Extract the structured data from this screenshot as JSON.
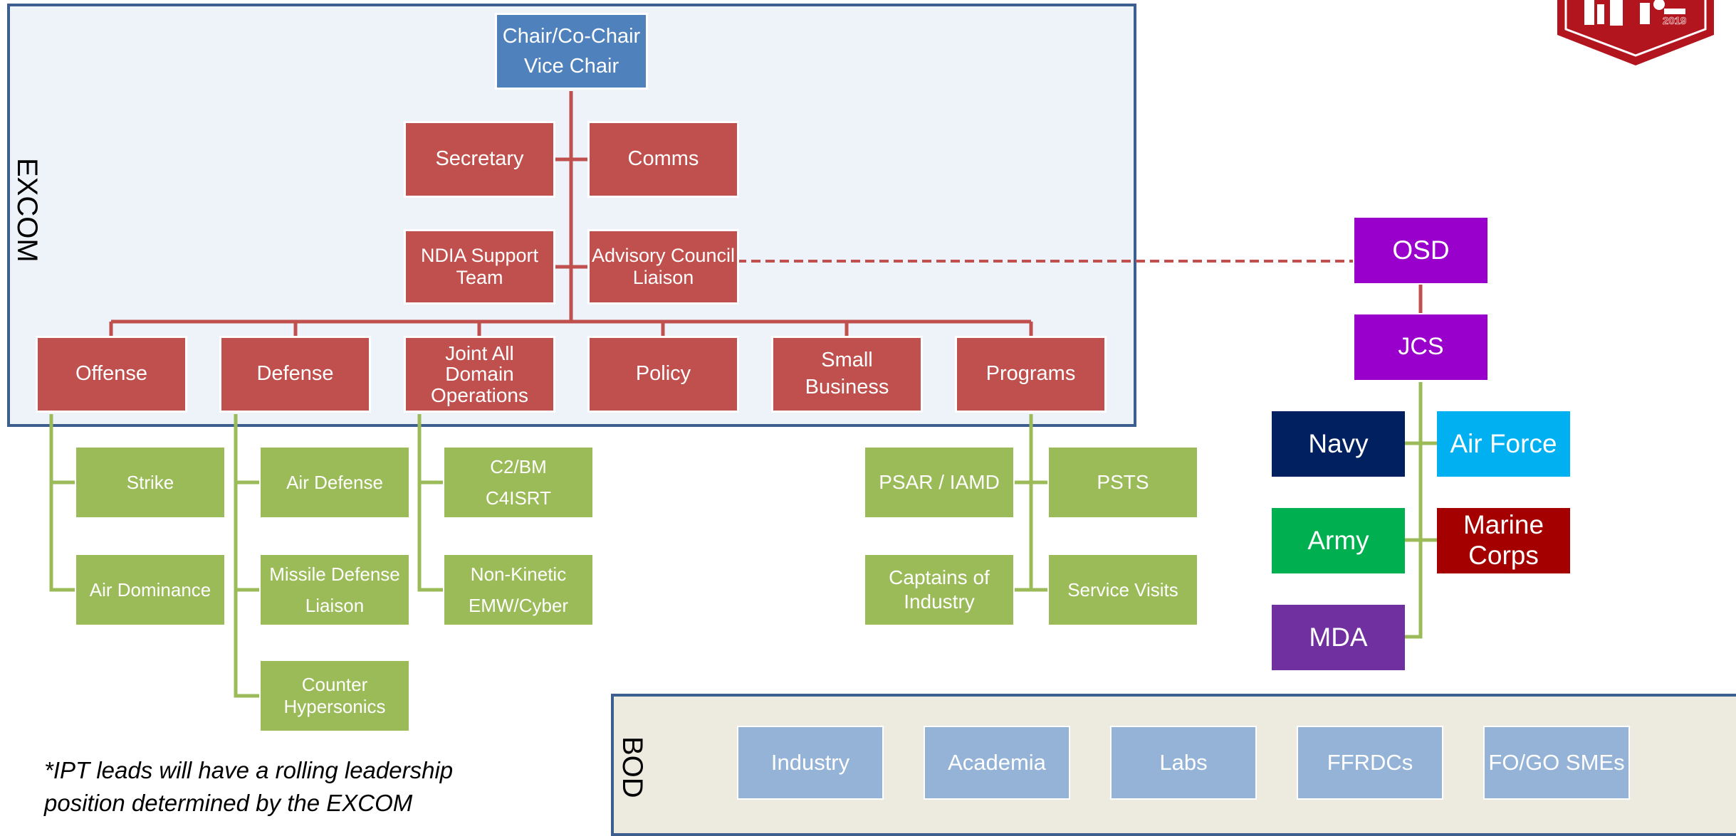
{
  "excom": {
    "label": "EXCOM",
    "chair": "Chair/Co-Chair\nVice Chair",
    "secretary": "Secretary",
    "comms": "Comms",
    "ndia_support": "NDIA Support\nTeam",
    "advisory": "Advisory Council\nLiaison",
    "ipts": {
      "offense": "Offense",
      "defense": "Defense",
      "jado": "Joint All\nDomain\nOperations",
      "policy": "Policy",
      "small_business": "Small\nBusiness",
      "programs": "Programs"
    }
  },
  "subgroups": {
    "strike": "Strike",
    "air_dominance": "Air Dominance",
    "air_defense": "Air Defense",
    "missile_defense": "Missile Defense\nLiaison",
    "counter_hypersonics": "Counter\nHypersonics",
    "c2bm": "C2/BM\nC4ISRT",
    "non_kinetic": "Non-Kinetic\nEMW/Cyber",
    "psar": "PSAR / IAMD",
    "psts": "PSTS",
    "captains": "Captains of\nIndustry",
    "service_visits": "Service Visits"
  },
  "government": {
    "osd": "OSD",
    "jcs": "JCS",
    "navy": "Navy",
    "air_force": "Air Force",
    "army": "Army",
    "marine_corps": "Marine\nCorps",
    "mda": "MDA"
  },
  "bod": {
    "label": "BOD",
    "items": [
      "Industry",
      "Academia",
      "Labs",
      "FFRDCs",
      "FO/GO SMEs"
    ]
  },
  "footnote": "*IPT leads will have a rolling leadership\nposition determined by the EXCOM",
  "logo": {
    "year": "2019"
  },
  "colors": {
    "ipt_red": "#c0504d",
    "chair_blue": "#4f81bd",
    "sub_green": "#9bbb59",
    "osd_purple": "#9900cc",
    "navy": "#002060",
    "air_force": "#00b0f0",
    "army": "#00b050",
    "marine_corps": "#a50000",
    "mda": "#7030a0",
    "bod_box": "#95b3d7",
    "frame_border": "#3d5f8f"
  }
}
